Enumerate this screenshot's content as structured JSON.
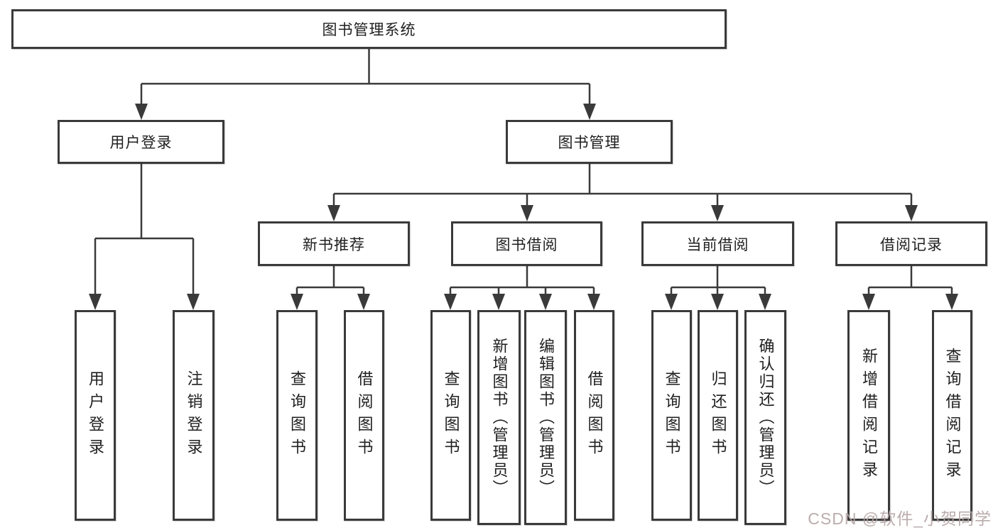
{
  "diagram": {
    "title": "图书管理系统",
    "branches": [
      {
        "label": "用户登录",
        "children": [
          {
            "label": "用户登录"
          },
          {
            "label": "注销登录"
          }
        ]
      },
      {
        "label": "图书管理",
        "children": [
          {
            "label": "新书推荐",
            "children": [
              {
                "label": "查询图书"
              },
              {
                "label": "借阅图书"
              }
            ]
          },
          {
            "label": "图书借阅",
            "children": [
              {
                "label": "查询图书"
              },
              {
                "label": "新增图书（管理员）"
              },
              {
                "label": "编辑图书（管理员）"
              },
              {
                "label": "借阅图书"
              }
            ]
          },
          {
            "label": "当前借阅",
            "children": [
              {
                "label": "查询图书"
              },
              {
                "label": "归还图书"
              },
              {
                "label": "确认归还（管理员）"
              }
            ]
          },
          {
            "label": "借阅记录",
            "children": [
              {
                "label": "新增借阅记录"
              },
              {
                "label": "查询借阅记录"
              }
            ]
          }
        ]
      }
    ]
  },
  "colors": {
    "line": "#3a3a3a",
    "box_border": "#3a3a3a",
    "box_background": "#ffffff",
    "text": "#1f1f1f",
    "watermark": "#b4a4a4"
  },
  "watermark": {
    "text": "CSDN @软件_小贺同学"
  }
}
